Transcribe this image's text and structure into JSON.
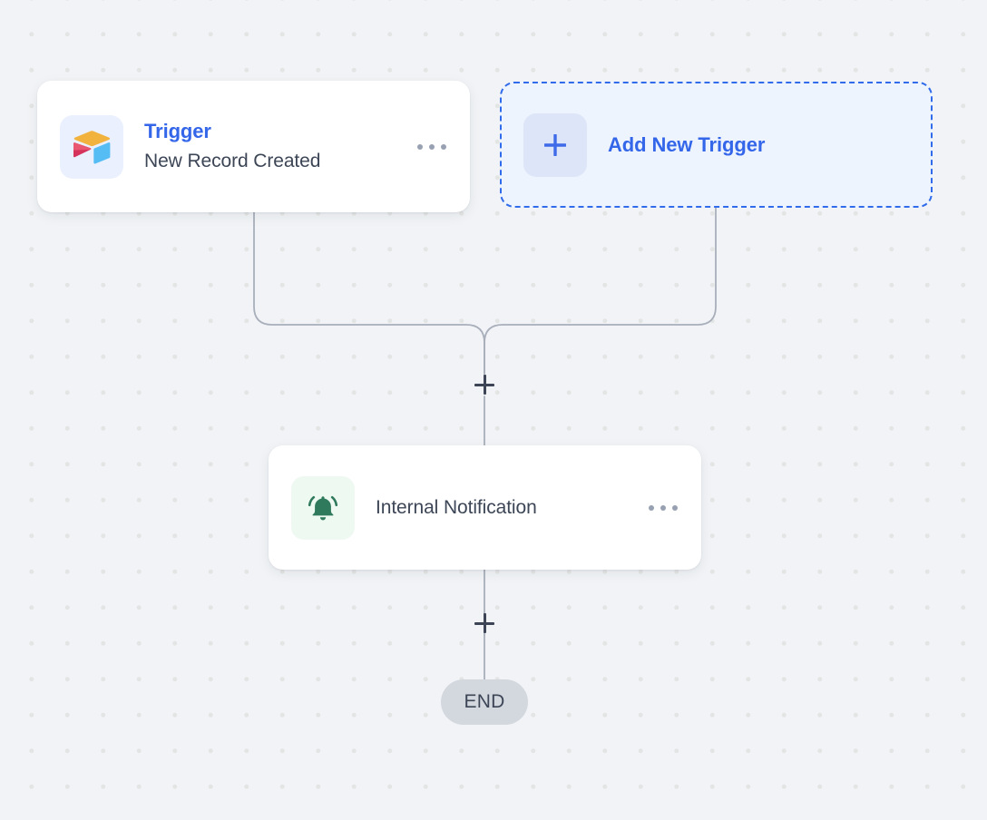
{
  "canvas": {
    "background_color": "#f1f3f6",
    "dot_color": "#e3e5e4",
    "connector_color": "#a8afbb"
  },
  "trigger_card": {
    "icon": "airtable-icon",
    "title": "Trigger",
    "title_color": "#3466ea",
    "subtitle": "New Record Created",
    "subtitle_color": "#3d4656",
    "menu_icon": "ellipsis-icon"
  },
  "add_trigger_card": {
    "icon": "plus-icon",
    "label": "Add New Trigger",
    "accent_color": "#2f6bea",
    "fill_color": "#eef4fe"
  },
  "action_card": {
    "icon": "bell-icon",
    "icon_color": "#2f7a5c",
    "icon_background": "#edf9f1",
    "label": "Internal Notification",
    "label_color": "#3d4656",
    "menu_icon": "ellipsis-icon"
  },
  "junctions": {
    "top_add_step_label": "+",
    "bottom_add_step_label": "+"
  },
  "end_node": {
    "label": "END",
    "background_color": "#d3d7de",
    "text_color": "#3d4656"
  }
}
